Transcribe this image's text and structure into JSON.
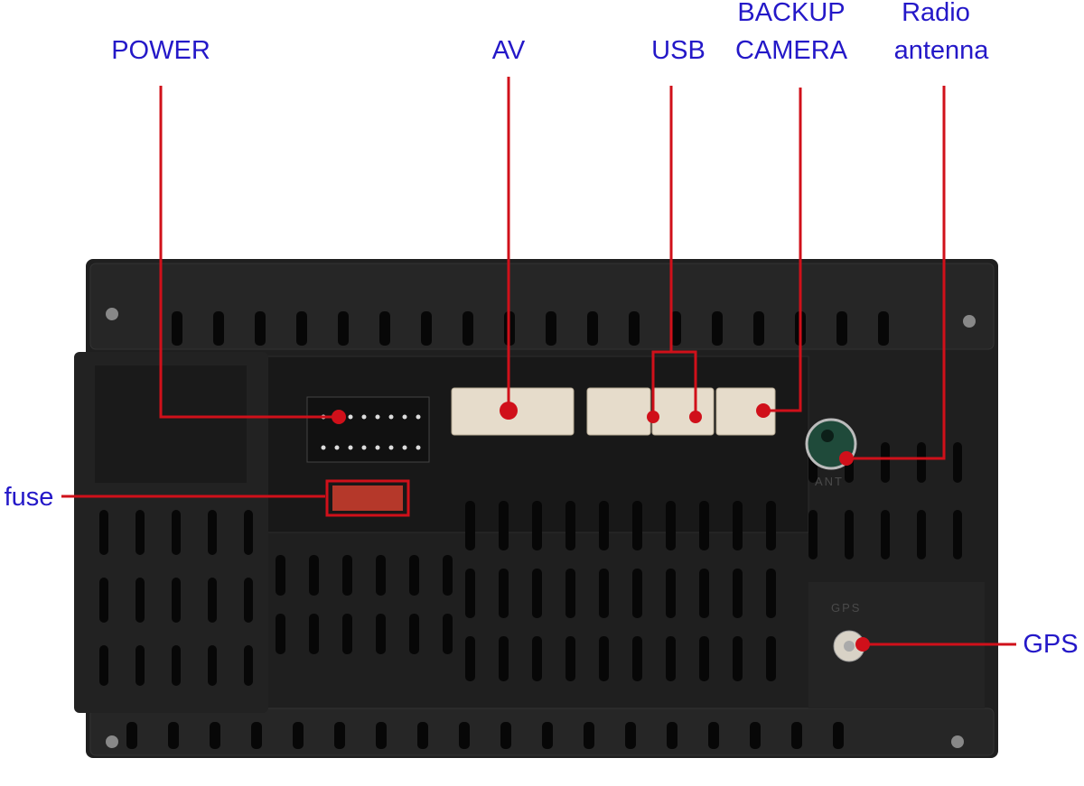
{
  "labels": {
    "power": "POWER",
    "av": "AV",
    "usb": "USB",
    "backup_camera_line1": "BACKUP",
    "backup_camera_line2": "CAMERA",
    "radio_antenna_line1": "Radio",
    "radio_antenna_line2": "antenna",
    "fuse": "fuse",
    "gps": "GPS"
  },
  "device_markings": {
    "ant": "ANT",
    "gps": "GPS"
  },
  "colors": {
    "label_text": "#2418c8",
    "callout_line": "#d0101a",
    "device_body": "#1e1e1e",
    "connector": "#e6dccb",
    "antenna_socket": "#1f4a3a"
  }
}
